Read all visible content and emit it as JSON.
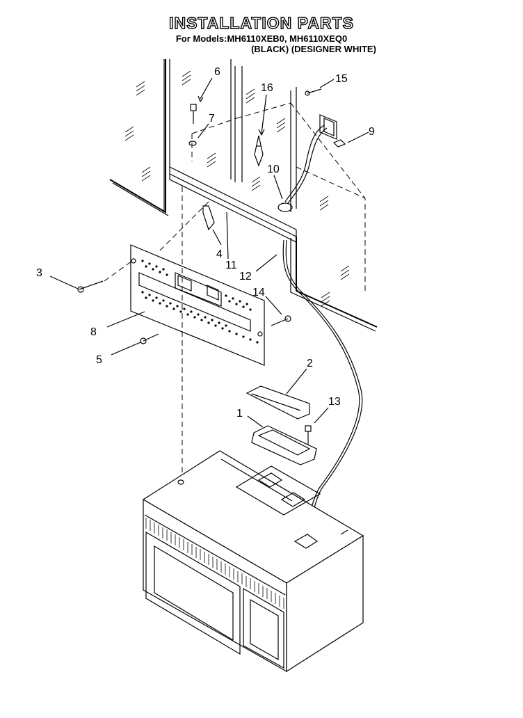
{
  "header": {
    "title": "INSTALLATION PARTS",
    "models": "For Models:MH6110XEB0, MH6110XEQ0",
    "variants": "(BLACK)  (DESIGNER WHITE)"
  },
  "callouts": [
    "1",
    "2",
    "3",
    "4",
    "5",
    "6",
    "7",
    "8",
    "9",
    "10",
    "11",
    "12",
    "13",
    "14",
    "15",
    "16"
  ]
}
